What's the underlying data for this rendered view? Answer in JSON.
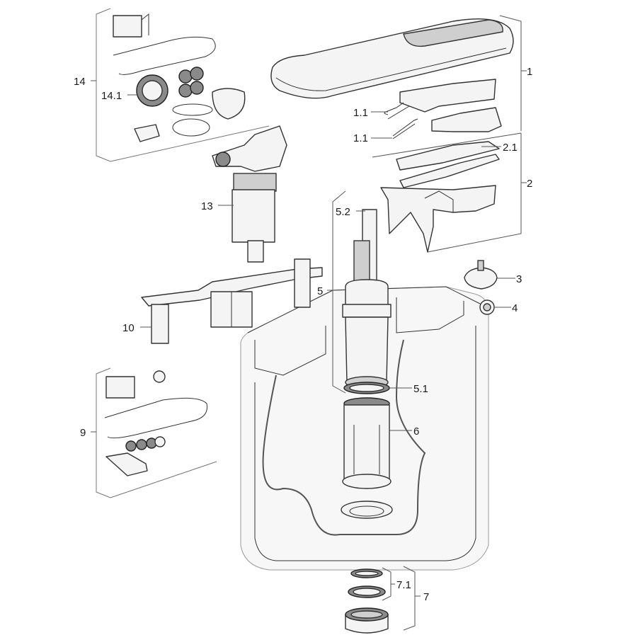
{
  "diagram": {
    "labels": {
      "l1": "1",
      "l1_1a": "1.1",
      "l1_1b": "1.1",
      "l2_1": "2.1",
      "l2": "2",
      "l3": "3",
      "l4": "4",
      "l5": "5",
      "l5_1": "5.1",
      "l5_2": "5.2",
      "l6": "6",
      "l7": "7",
      "l7_1": "7.1",
      "l9": "9",
      "l10": "10",
      "l13": "13",
      "l14": "14",
      "l14_1": "14.1"
    },
    "colors": {
      "line": "#333333",
      "fill_light": "#f4f4f4",
      "fill_dark": "#8a8a8a",
      "text": "#1a1a1a"
    }
  }
}
